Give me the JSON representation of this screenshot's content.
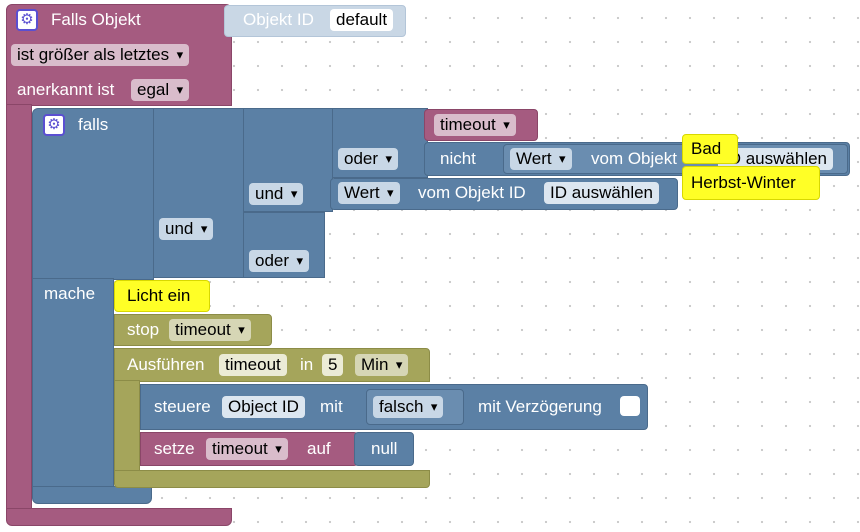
{
  "trigger": {
    "title": "Falls Objekt",
    "object_id_label": "Objekt ID",
    "object_id_value": "default",
    "compare_option": "ist größer als letztes",
    "ack_label": "anerkannt ist",
    "ack_option": "egal"
  },
  "condition": {
    "if_label": "falls",
    "timeout_var": "timeout",
    "or_1": "oder",
    "not_label": "nicht",
    "wert_1": "Wert",
    "vom_objekt_1": "vom Objekt",
    "id_select_1": "ID auswählen",
    "and_1": "und",
    "wert_2": "Wert",
    "vom_objekt_2": "vom Objekt ID",
    "id_select_2": "ID auswählen",
    "and_2": "und",
    "or_2": "oder",
    "comment_bad": "Bad",
    "comment_season": "Herbst-Winter"
  },
  "actions": {
    "do_label": "mache",
    "comment_light": "Licht ein",
    "stop_label": "stop",
    "stop_var": "timeout",
    "run_label": "Ausführen",
    "run_timer_name": "timeout",
    "in_label": "in",
    "delay_value": "5",
    "delay_unit": "Min",
    "control_label": "steuere",
    "control_object": "Object ID",
    "with_label": "mit",
    "control_value": "falsch",
    "delay_label": "mit Verzögerung",
    "set_label": "setze",
    "set_var": "timeout",
    "to_label": "auf",
    "null_value": "null"
  },
  "colors": {
    "event": "#a55b80",
    "logic": "#5b80a5",
    "loop": "#a5a55b",
    "comment": "#ffff26",
    "gear": "#5a4fd1"
  }
}
